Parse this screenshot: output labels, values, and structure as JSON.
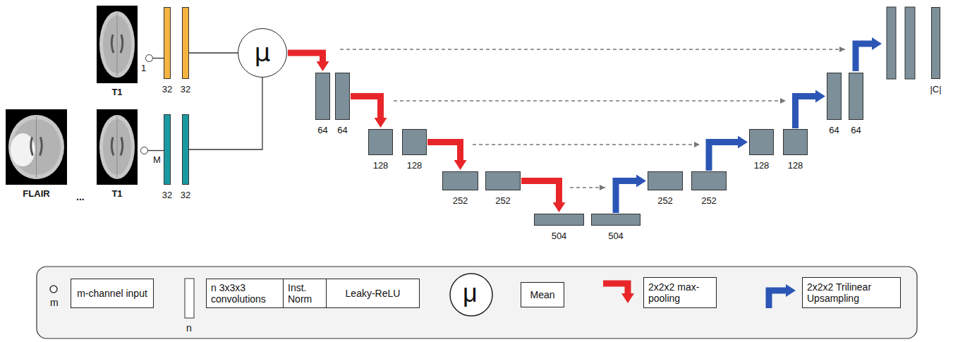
{
  "diagram": {
    "nodes": [
      {
        "text": [
          "FLAIR"
        ]
      },
      {
        "text": [
          "T1"
        ]
      },
      {
        "text": [
          "T1"
        ]
      },
      {
        "text": [
          "1"
        ]
      },
      {
        "text": [
          "M"
        ]
      },
      {
        "text": [
          "32"
        ]
      },
      {
        "text": [
          "32"
        ]
      },
      {
        "text": [
          "32"
        ]
      },
      {
        "text": [
          "32"
        ]
      },
      {
        "text": [
          "μ"
        ]
      },
      {
        "text": [
          "64"
        ]
      },
      {
        "text": [
          "64"
        ]
      },
      {
        "text": [
          "128"
        ]
      },
      {
        "text": [
          "128"
        ]
      },
      {
        "text": [
          "252"
        ]
      },
      {
        "text": [
          "252"
        ]
      },
      {
        "text": [
          "504"
        ]
      },
      {
        "text": [
          "504"
        ]
      },
      {
        "text": [
          "252"
        ]
      },
      {
        "text": [
          "252"
        ]
      },
      {
        "text": [
          "128"
        ]
      },
      {
        "text": [
          "128"
        ]
      },
      {
        "text": [
          "64"
        ]
      },
      {
        "text": [
          "64"
        ]
      },
      {
        "text": [
          "|C|"
        ]
      }
    ],
    "edges": [
      {
        "from": 3,
        "to": 5,
        "arrow": "none"
      },
      {
        "from": 4,
        "to": 7,
        "arrow": "none"
      },
      {
        "from": 6,
        "to": 9,
        "arrow": "none"
      },
      {
        "from": 8,
        "to": 9,
        "arrow": "none"
      },
      {
        "from": 9,
        "to": 10,
        "arrow": "to"
      },
      {
        "from": 11,
        "to": 12,
        "arrow": "to"
      },
      {
        "from": 13,
        "to": 14,
        "arrow": "to"
      },
      {
        "from": 15,
        "to": 16,
        "arrow": "to"
      },
      {
        "from": 17,
        "to": 18,
        "arrow": "to"
      },
      {
        "from": 19,
        "to": 20,
        "arrow": "to"
      },
      {
        "from": 21,
        "to": 22,
        "arrow": "to"
      }
    ],
    "labels": [
      "...",
      "m",
      "n",
      "μ"
    ],
    "legend": [
      {
        "text": "m-channel input"
      },
      {
        "text": "n 3x3x3 convolutions"
      },
      {
        "text": "Inst. Norm"
      },
      {
        "text": "Leaky-ReLU"
      },
      {
        "text": "Mean"
      },
      {
        "text": "2x2x2 max-pooling"
      },
      {
        "text": "2x2x2 Trilinear Upsampling"
      }
    ]
  }
}
